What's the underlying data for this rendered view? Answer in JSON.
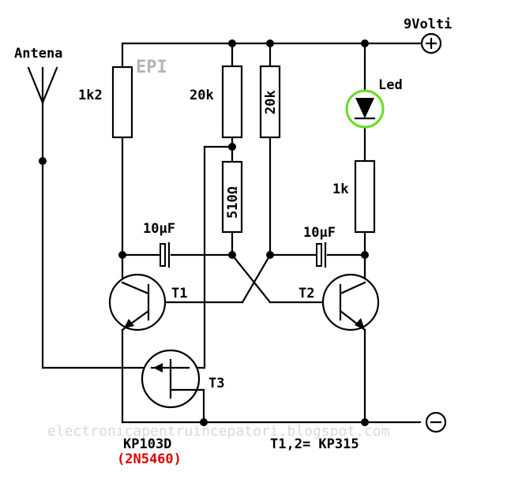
{
  "labels": {
    "supply": "9Volti",
    "plus": "+",
    "minus": "−",
    "antenna": "Antena",
    "epi": "EPI",
    "r1": "1k2",
    "r2": "20k",
    "r3": "20k",
    "r4": "510Ω",
    "r5": "1k",
    "led": "Led",
    "c1": "10µF",
    "c2": "10µF",
    "t1": "T1",
    "t2": "T2",
    "t3": "T3",
    "t3_part": "KP103D",
    "t3_equiv": "(2N5460)",
    "t12_part": "T1,2= KP315",
    "watermark": "electronicapentruincepatori.blogspot.com"
  },
  "colors": {
    "led_ring": "#66dd22",
    "equiv_text": "#e00000",
    "watermark": "#d9d9d9",
    "epi": "#b4b4b4"
  }
}
